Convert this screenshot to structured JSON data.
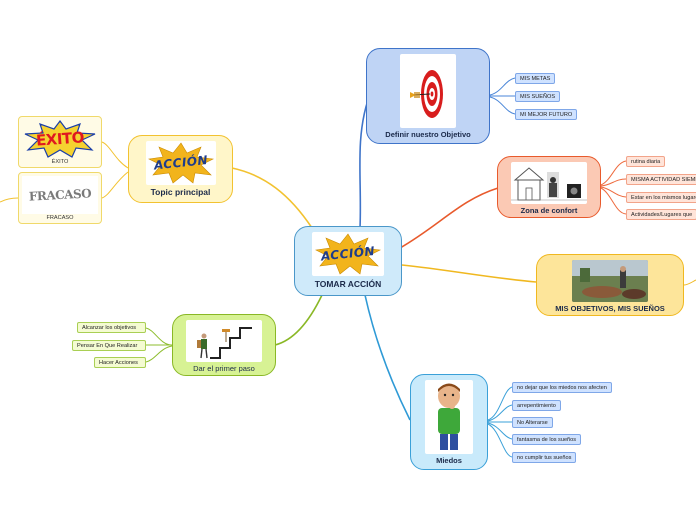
{
  "center": {
    "label": "TOMAR ACCIÓN",
    "image_text": "ACCIÓN"
  },
  "topic_principal": {
    "label": "Topic principal",
    "image_text": "ACCIÓN",
    "images": [
      {
        "caption": "ÉXITO",
        "art_text": "ÉXITO"
      },
      {
        "caption": "FRACASO",
        "art_text": "FRACASO"
      }
    ]
  },
  "definir": {
    "label": "Definir nuestro Objetivo",
    "items": [
      "MIS METAS",
      "MIS SUEÑOS",
      "MI MEJOR FUTURO"
    ]
  },
  "zona": {
    "label": "Zona de confort",
    "items": [
      "rutina diaria",
      "MISMA ACTIVIDAD SIEMPRE",
      "Estar en los mismos lugares",
      "Actividades/Lugares que"
    ]
  },
  "objetivos": {
    "label": "MIS OBJETIVOS, MIS SUEÑOS"
  },
  "primer_paso": {
    "label": "Dar el primer paso",
    "items": [
      "Alcanzar los objetivos",
      "Pensar En Que Realizar",
      "Hacer Acciones"
    ]
  },
  "miedos": {
    "label": "Miedos",
    "items": [
      "no dejar que los miedos nos afecten",
      "arrepentimiento",
      "No Alterarse",
      "fantasma de los sueños",
      "no cumplir tus sueños"
    ]
  },
  "colors": {
    "blue": "#4a86d8",
    "red": "#ee6a3d",
    "yellow": "#f2c230",
    "olive": "#8dbd2d",
    "cyan": "#3aa0d8"
  }
}
